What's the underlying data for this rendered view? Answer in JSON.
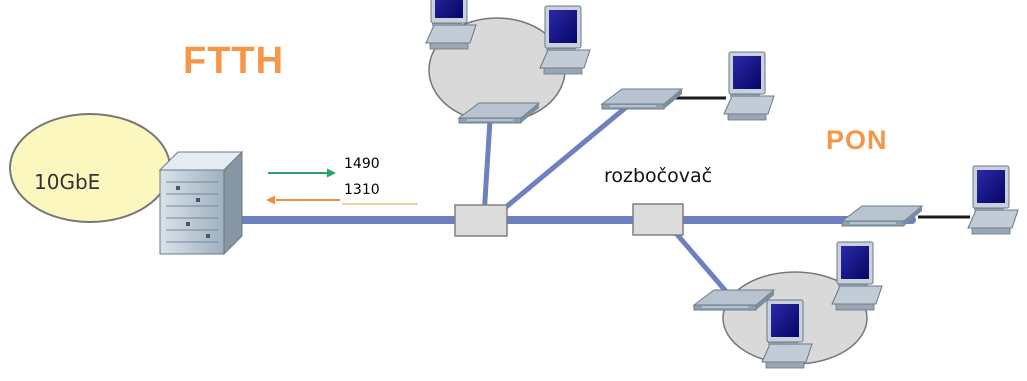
{
  "title": "FTTH",
  "pon_label": "PON",
  "core_network_label": "10GbE",
  "splitter_label": "rozbočovač",
  "wavelengths": {
    "downstream": "1490",
    "upstream": "1310"
  },
  "colors": {
    "title": "#f79646",
    "fiber": "#6f80c0",
    "downstream_arrow": "#2aa06a",
    "upstream_arrow": "#f0903a",
    "network_cloud": "#fbf7bf",
    "lan_cloud": "#d9d9d9",
    "splitter": "#dcdcdc"
  },
  "icons": {
    "olt": "server-icon",
    "splitter": "splitter-box-icon",
    "onu": "modem-icon",
    "end_device": "computer-icon"
  }
}
